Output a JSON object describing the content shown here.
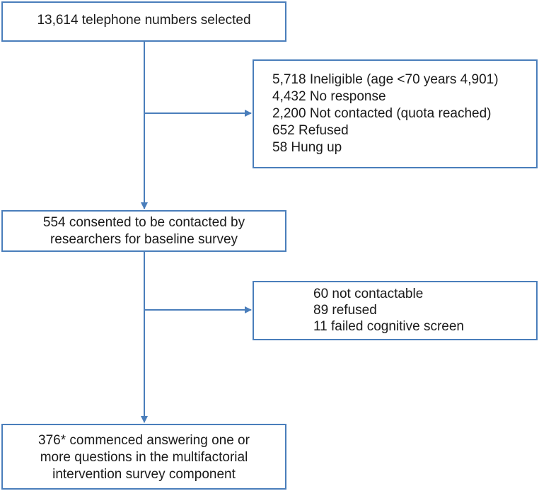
{
  "nodes": {
    "selected": {
      "lines": [
        "13,614 telephone numbers selected"
      ]
    },
    "excluded_1": {
      "lines": [
        "5,718 Ineligible (age <70 years 4,901)",
        "4,432 No response",
        "2,200 Not contacted (quota reached)",
        "652 Refused",
        "58 Hung up"
      ]
    },
    "consented": {
      "lines": [
        "554 consented to be contacted by",
        "researchers for baseline survey"
      ]
    },
    "excluded_2": {
      "lines": [
        "60 not contactable",
        "89 refused",
        "11 failed cognitive screen"
      ]
    },
    "commenced": {
      "lines": [
        "376* commenced answering one or",
        "more questions in the multifactorial",
        "intervention survey component"
      ]
    }
  },
  "colors": {
    "border": "#4a7ebb",
    "arrow": "#4a7ebb",
    "text": "#1a1a1a",
    "background": "#ffffff"
  }
}
